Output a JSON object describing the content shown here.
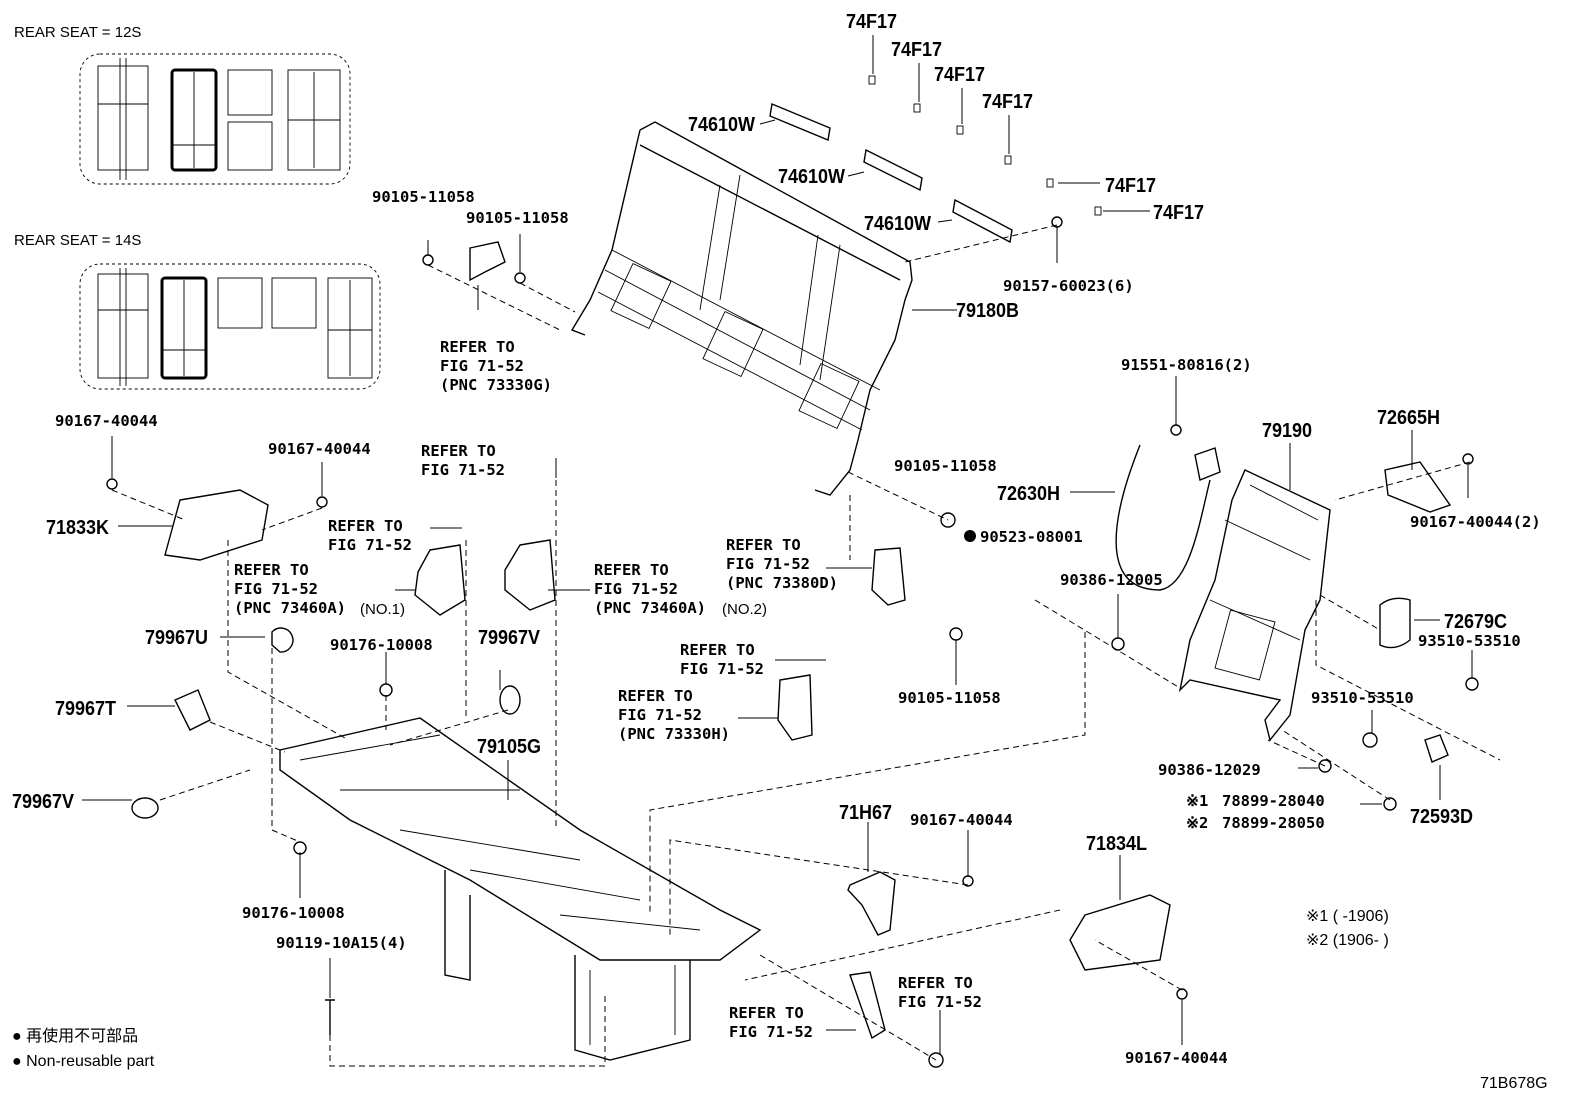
{
  "variants": {
    "v12": "REAR SEAT = 12S",
    "v14": "REAR SEAT = 14S"
  },
  "parts": {
    "p74f17_a": "74F17",
    "p74f17_b": "74F17",
    "p74f17_c": "74F17",
    "p74f17_d": "74F17",
    "p74f17_e": "74F17",
    "p74f17_f": "74F17",
    "p74610w_a": "74610W",
    "p74610w_b": "74610W",
    "p74610w_c": "74610W",
    "p90105_a": "90105-11058",
    "p90105_b": "90105-11058",
    "p90105_c": "90105-11058",
    "p90105_d": "90105-11058",
    "p90157": "90157-60023(6)",
    "p79180b": "79180B",
    "p91551": "91551-80816(2)",
    "p79190": "79190",
    "p72665h": "72665H",
    "p72630h": "72630H",
    "p90523": "90523-08001",
    "p90167_a": "90167-40044",
    "p90167_b": "90167-40044",
    "p90167_c": "90167-40044",
    "p90167_d": "90167-40044",
    "p90167_e": "90167-40044(2)",
    "p71833k": "71833K",
    "p90386_a": "90386-12005",
    "p90386_b": "90386-12029",
    "p72679c": "72679C",
    "p93510_a": "93510-53510",
    "p93510_b": "93510-53510",
    "p79967u": "79967U",
    "p79967v_a": "79967V",
    "p79967v_b": "79967V",
    "p79967t": "79967T",
    "p90176_a": "90176-10008",
    "p90176_b": "90176-10008",
    "p79105g": "79105G",
    "p72593d": "72593D",
    "p78899_a": "78899-28040",
    "p78899_b": "78899-28050",
    "mark1": "※1",
    "mark2": "※2",
    "p71h67": "71H67",
    "p71834l": "71834L",
    "p90119": "90119-10A15(4)"
  },
  "refs": {
    "r1": [
      "REFER TO",
      "FIG 71-52",
      "(PNC 73330G)"
    ],
    "r2": [
      "REFER TO",
      "FIG 71-52"
    ],
    "r3": [
      "REFER TO",
      "FIG 71-52"
    ],
    "r4": [
      "REFER TO",
      "FIG 71-52",
      "(PNC 73460A)"
    ],
    "r4_tag": "(NO.1)",
    "r5": [
      "REFER TO",
      "FIG 71-52",
      "(PNC 73460A)"
    ],
    "r5_tag": "(NO.2)",
    "r6": [
      "REFER TO",
      "FIG 71-52",
      "(PNC 73380D)"
    ],
    "r7": [
      "REFER TO",
      "FIG 71-52"
    ],
    "r8": [
      "REFER TO",
      "FIG 71-52",
      "(PNC 73330H)"
    ],
    "r9": [
      "REFER TO",
      "FIG 71-52"
    ],
    "r10": [
      "REFER TO",
      "FIG 71-52"
    ]
  },
  "date_notes": {
    "n1": "※1 (      -1906)",
    "n2": "※2 (1906-      )"
  },
  "legend": {
    "jp": "● 再使用不可部品",
    "en": "● Non-reusable part"
  },
  "diagram_id": "71B678G"
}
